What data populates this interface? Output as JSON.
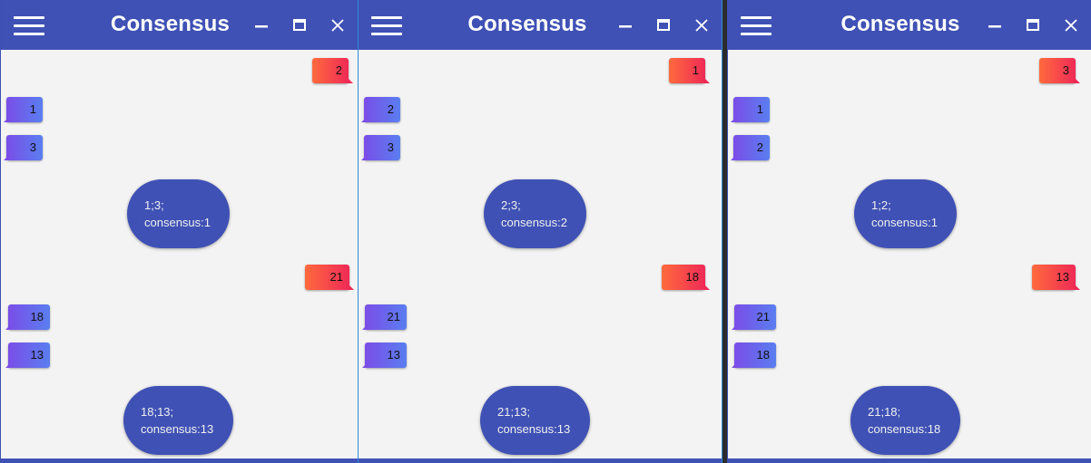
{
  "windows": [
    {
      "title": "Consensus",
      "sent_top": "2",
      "received_top": [
        "1",
        "3"
      ],
      "consensus_top": {
        "values": "1;3;",
        "result": "consensus:1"
      },
      "sent_bottom": "21",
      "received_bottom": [
        "18",
        "13"
      ],
      "consensus_bottom": {
        "values": "18;13;",
        "result": "consensus:13"
      }
    },
    {
      "title": "Consensus",
      "sent_top": "1",
      "received_top": [
        "2",
        "3"
      ],
      "consensus_top": {
        "values": "2;3;",
        "result": "consensus:2"
      },
      "sent_bottom": "18",
      "received_bottom": [
        "21",
        "13"
      ],
      "consensus_bottom": {
        "values": "21;13;",
        "result": "consensus:13"
      }
    },
    {
      "title": "Consensus",
      "sent_top": "3",
      "received_top": [
        "1",
        "2"
      ],
      "consensus_top": {
        "values": "1;2;",
        "result": "consensus:1"
      },
      "sent_bottom": "13",
      "received_bottom": [
        "21",
        "18"
      ],
      "consensus_bottom": {
        "values": "21;18;",
        "result": "consensus:18"
      }
    }
  ],
  "colors": {
    "titlebar": "#3f51b5",
    "received_gradient": [
      "#7a4ee8",
      "#5a7ef0"
    ],
    "sent_gradient": [
      "#ff6a3d",
      "#ef2a56"
    ],
    "consensus": "#3f51b5",
    "background": "#f3f3f3"
  },
  "icons": {
    "menu": "hamburger-menu-icon",
    "minimize": "minimize-icon",
    "maximize": "maximize-icon",
    "close": "close-icon"
  }
}
